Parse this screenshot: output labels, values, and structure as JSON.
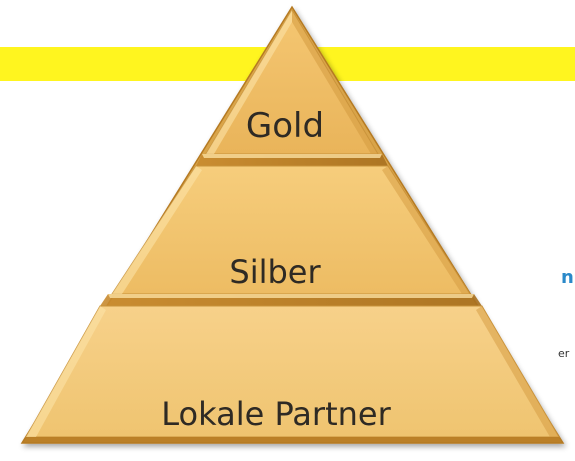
{
  "pyramid": {
    "tiers": [
      {
        "label": "Gold"
      },
      {
        "label": "Silber"
      },
      {
        "label": "Lokale Partner"
      }
    ]
  },
  "side_fragments": {
    "heading": "n",
    "text": "er"
  },
  "colors": {
    "banner": "#fff51f",
    "pyramid_gold": "#e7b456",
    "pyramid_light": "#f6cd79",
    "side_heading": "#2a89c9"
  }
}
